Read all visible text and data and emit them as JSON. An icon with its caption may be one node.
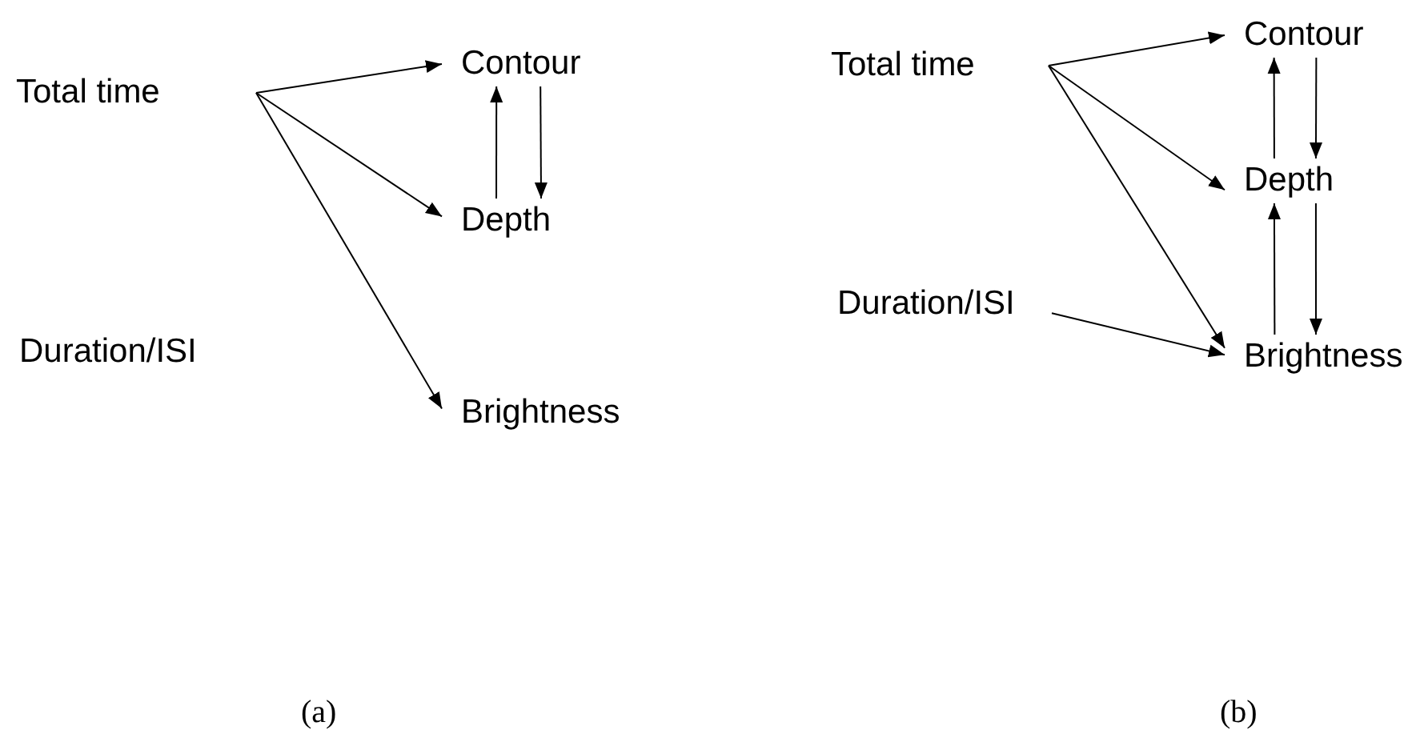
{
  "diagram": {
    "nodes": [
      {
        "text": [
          "Total time"
        ]
      },
      {
        "text": [
          "Contour"
        ]
      },
      {
        "text": [
          "Depth"
        ]
      },
      {
        "text": [
          "Duration/ISI"
        ]
      },
      {
        "text": [
          "Brightness"
        ]
      },
      {
        "text": [
          "Total time"
        ]
      },
      {
        "text": [
          "Contour"
        ]
      },
      {
        "text": [
          "Depth"
        ]
      },
      {
        "text": [
          "Duration/ISI"
        ]
      },
      {
        "text": [
          "Brightness"
        ]
      }
    ],
    "edges": [
      {
        "from": 0,
        "to": 1,
        "arrow": "to"
      },
      {
        "from": 0,
        "to": 2,
        "arrow": "to"
      },
      {
        "from": 0,
        "to": 4,
        "arrow": "to"
      },
      {
        "from": 2,
        "to": 1,
        "arrow": "to"
      },
      {
        "from": 1,
        "to": 2,
        "arrow": "to"
      },
      {
        "from": 5,
        "to": 6,
        "arrow": "to"
      },
      {
        "from": 5,
        "to": 7,
        "arrow": "to"
      },
      {
        "from": 5,
        "to": 9,
        "arrow": "to"
      },
      {
        "from": 7,
        "to": 6,
        "arrow": "to"
      },
      {
        "from": 6,
        "to": 7,
        "arrow": "to"
      },
      {
        "from": 9,
        "to": 7,
        "arrow": "to"
      },
      {
        "from": 7,
        "to": 9,
        "arrow": "to"
      },
      {
        "from": 8,
        "to": 9,
        "arrow": "to"
      }
    ],
    "labels": [
      "(a)",
      "(b)"
    ]
  }
}
